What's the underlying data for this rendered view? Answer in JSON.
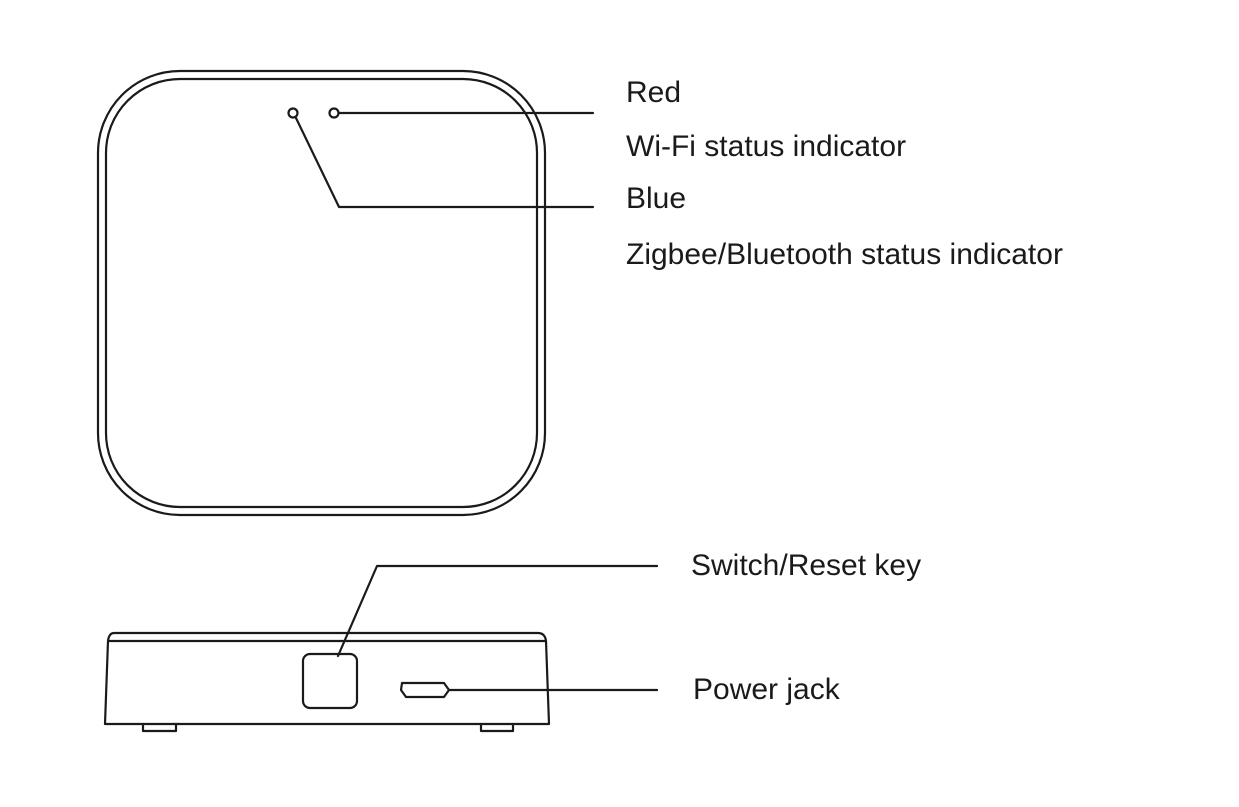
{
  "labels": {
    "red": "Red",
    "wifi_status": "Wi-Fi status indicator",
    "blue": "Blue",
    "zigbee_bluetooth_status": "Zigbee/Bluetooth status indicator",
    "switch_reset": "Switch/Reset key",
    "power_jack": "Power jack"
  },
  "colors": {
    "stroke": "#1a1a1a",
    "background": "#ffffff"
  }
}
